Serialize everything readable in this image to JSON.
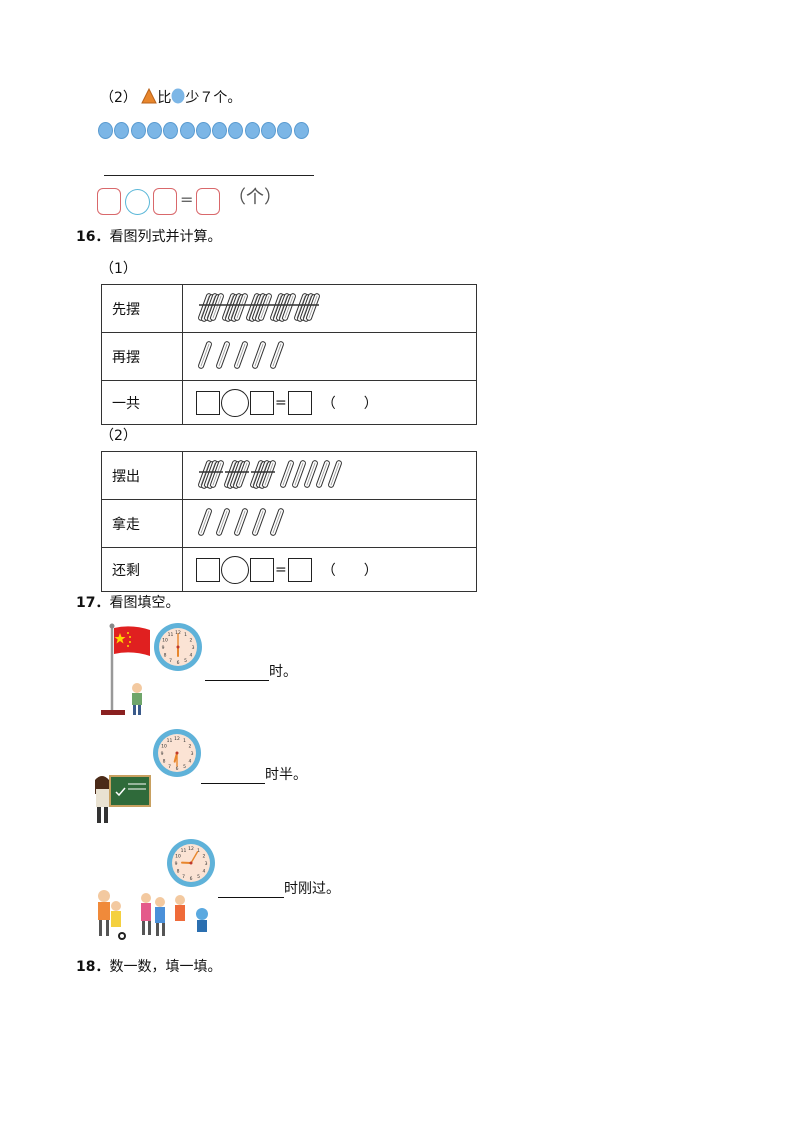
{
  "q15_part2": {
    "label": "（2）",
    "text_bi": "比",
    "text_rest": "少７个。",
    "dot_count": 13,
    "unit": "（个）",
    "equals": "="
  },
  "q16": {
    "number": "16．",
    "title": "看图列式并计算。",
    "part1": {
      "label": "（1）",
      "rows": [
        "先摆",
        "再摆",
        "一共"
      ],
      "bundles": 5,
      "singles": 5,
      "equals": "=",
      "paren": "（　　）"
    },
    "part2": {
      "label": "（2）",
      "rows": [
        "摆出",
        "拿走",
        "还剩"
      ],
      "bundles": 3,
      "singles": 5,
      "taken": 5,
      "equals": "=",
      "paren": "（　　）"
    }
  },
  "q17": {
    "number": "17．",
    "title": "看图填空。",
    "items": [
      {
        "suffix": "时。"
      },
      {
        "suffix": "时半。"
      },
      {
        "suffix": "时刚过。"
      }
    ]
  },
  "q18": {
    "number": "18．",
    "title": "数一数，填一填。"
  },
  "colors": {
    "dot": "#7cb6e6",
    "triangle": "#e8862c",
    "box_border": "#d9686b",
    "circle_border": "#5ab7d8",
    "clock_ring": "#5fb2d9",
    "clock_face": "#fbe3d4",
    "flag": "#e02020"
  }
}
